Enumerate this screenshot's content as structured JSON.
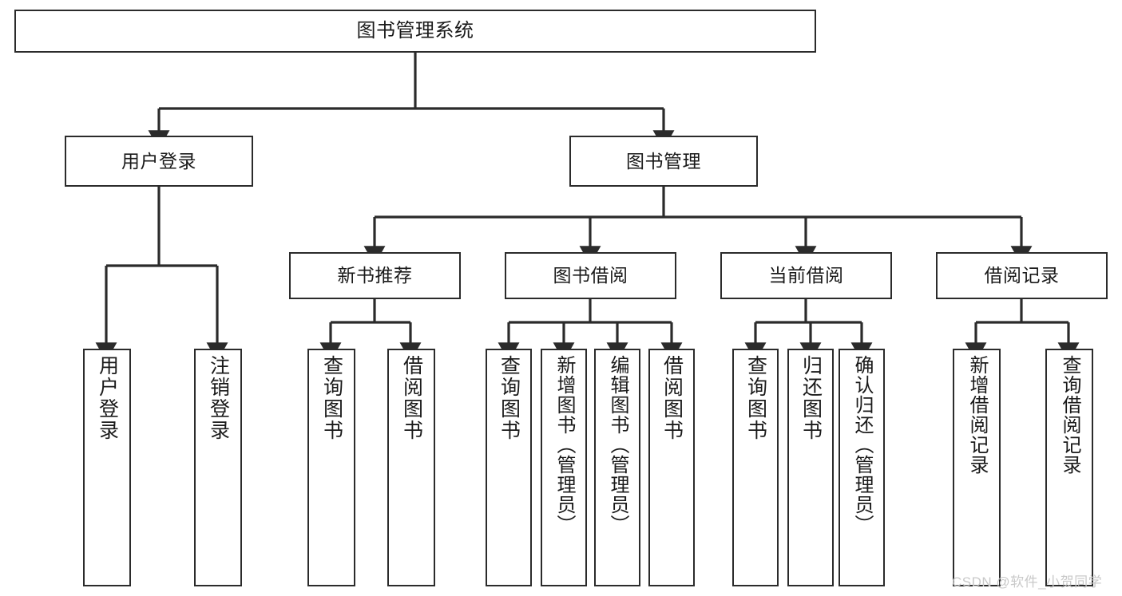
{
  "diagram": {
    "type": "hierarchy-tree",
    "title": "图书管理系统",
    "watermark": "CSDN @软件_小贺同学",
    "colors": {
      "stroke": "#2b2b2b",
      "fill": "#ffffff",
      "text": "#1a1a1a",
      "watermark": "#c9c9c9"
    },
    "nodes": {
      "root": {
        "label": "图书管理系统"
      },
      "level2": [
        {
          "label": "用户登录"
        },
        {
          "label": "图书管理"
        }
      ],
      "level3": [
        {
          "label": "新书推荐"
        },
        {
          "label": "图书借阅"
        },
        {
          "label": "当前借阅"
        },
        {
          "label": "借阅记录"
        }
      ],
      "leaves_user_login": [
        {
          "label": "用户登录"
        },
        {
          "label": "注销登录"
        }
      ],
      "leaves_new_book": [
        {
          "label": "查询图书"
        },
        {
          "label": "借阅图书"
        }
      ],
      "leaves_borrow": [
        {
          "label": "查询图书"
        },
        {
          "label": "新增图书（管理员）"
        },
        {
          "label": "编辑图书（管理员）"
        },
        {
          "label": "借阅图书"
        }
      ],
      "leaves_current": [
        {
          "label": "查询图书"
        },
        {
          "label": "归还图书"
        },
        {
          "label": "确认归还（管理员）"
        }
      ],
      "leaves_record": [
        {
          "label": "新增借阅记录"
        },
        {
          "label": "查询借阅记录"
        }
      ]
    }
  }
}
